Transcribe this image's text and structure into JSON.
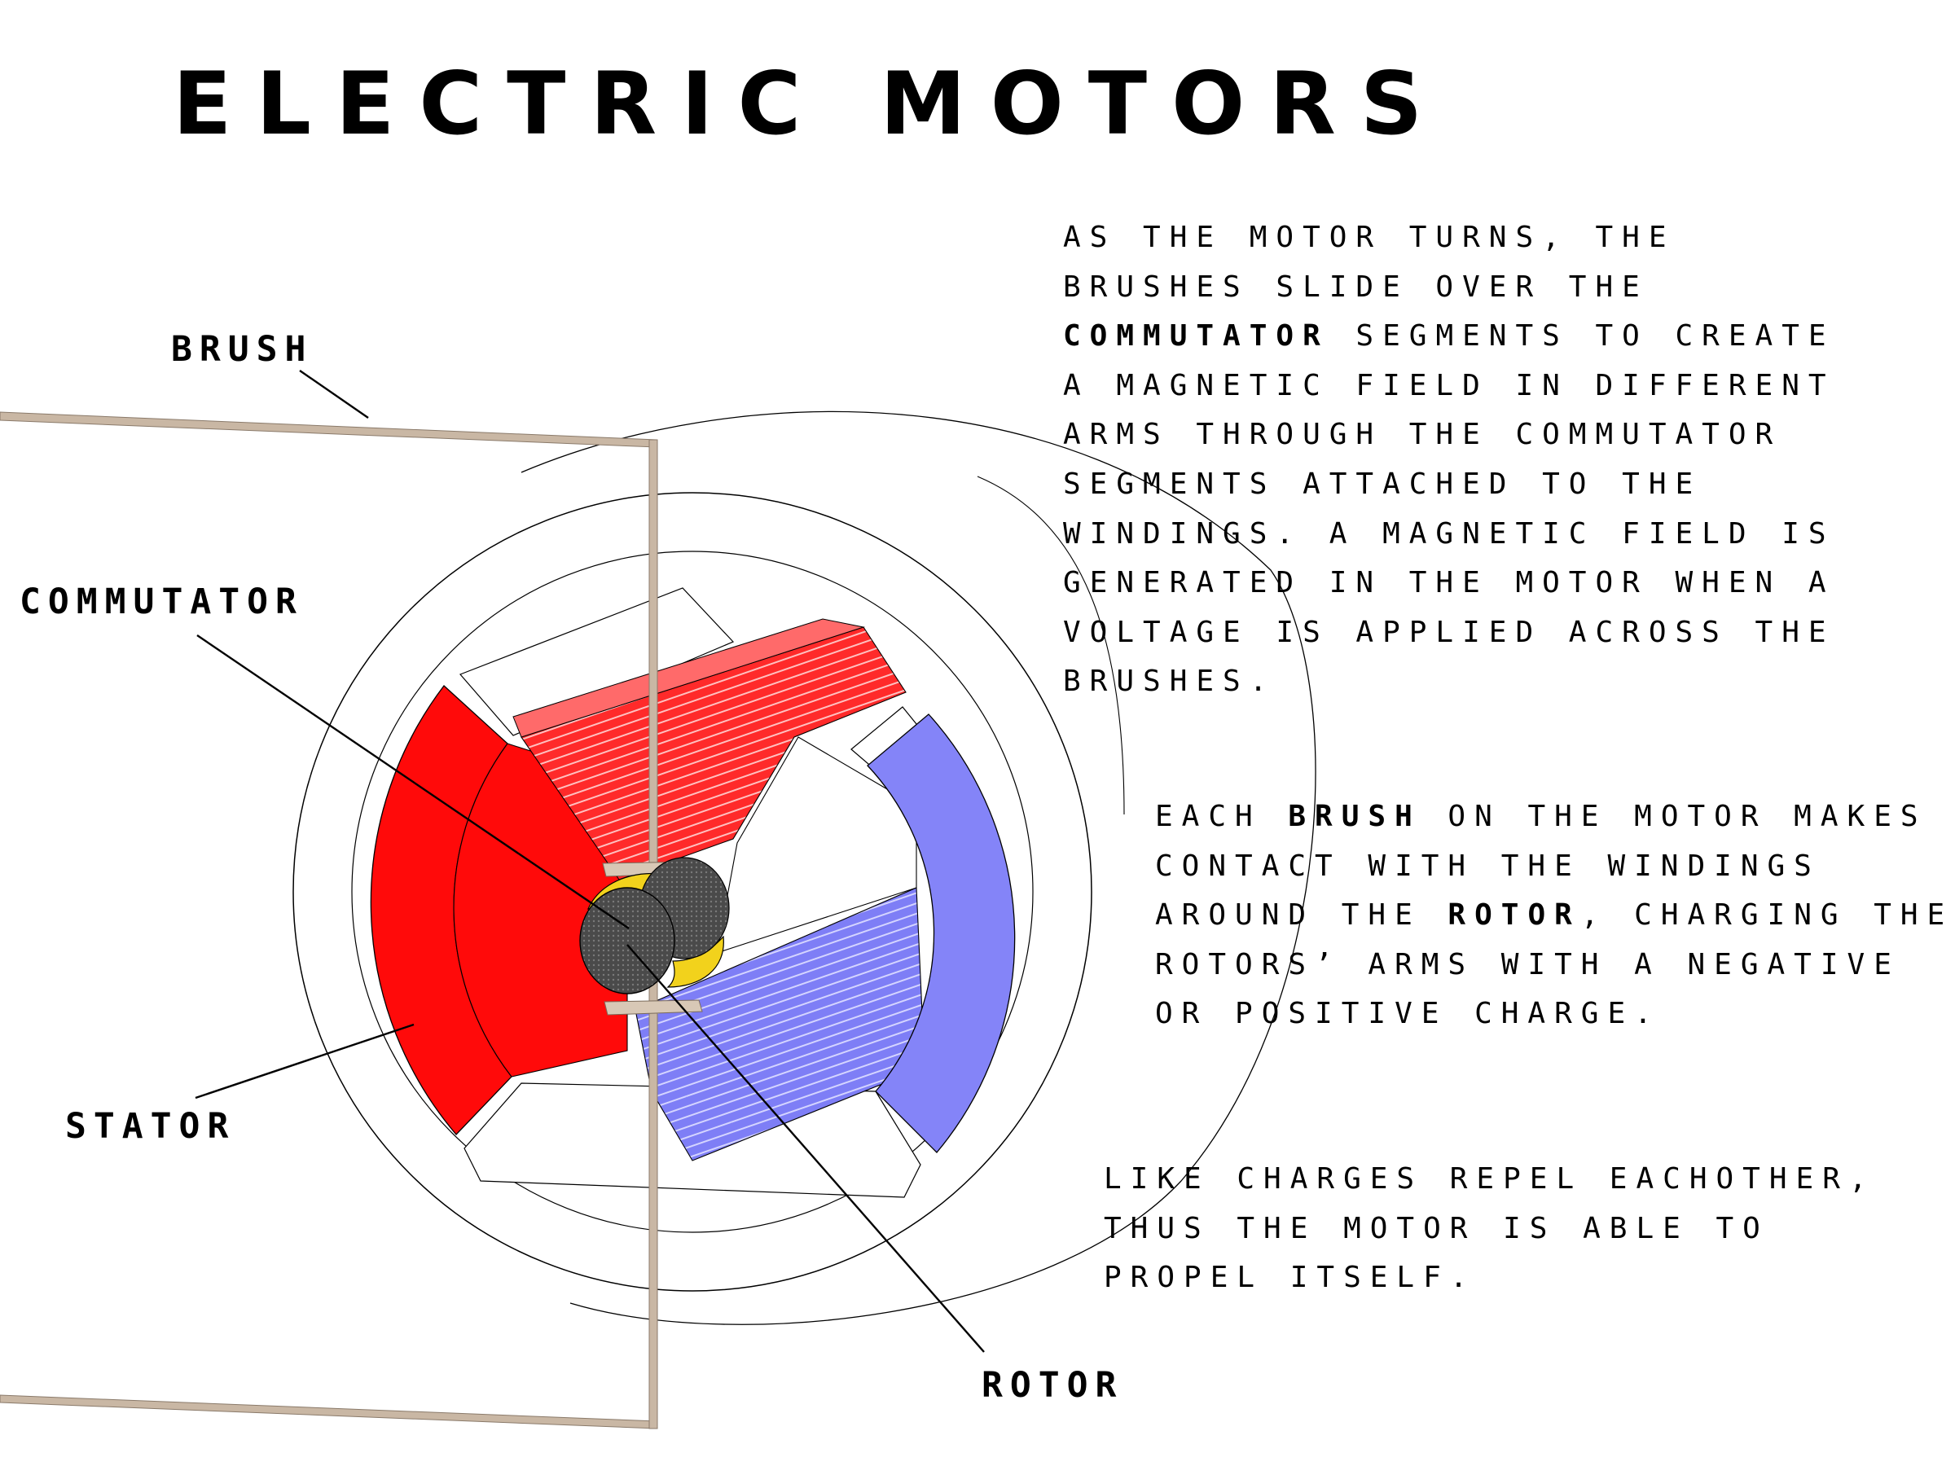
{
  "title": "ELECTRIC MOTORS",
  "labels": {
    "brush": "BRUSH",
    "commutator": "COMMUTATOR",
    "stator": "STATOR",
    "rotor": "ROTOR"
  },
  "paragraphs": [
    {
      "lines": [
        [
          {
            "t": "AS THE MOTOR TURNS, THE"
          }
        ],
        [
          {
            "t": "BRUSHES SLIDE OVER THE"
          }
        ],
        [
          {
            "t": "COMMUTATOR",
            "b": true
          },
          {
            "t": " SEGMENTS TO CREATE"
          }
        ],
        [
          {
            "t": "A MAGNETIC FIELD IN DIFFERENT"
          }
        ],
        [
          {
            "t": "ARMS THROUGH THE COMMUTATOR"
          }
        ],
        [
          {
            "t": "SEGMENTS ATTACHED TO THE"
          }
        ],
        [
          {
            "t": "WINDINGS. A MAGNETIC FIELD IS"
          }
        ],
        [
          {
            "t": "GENERATED IN THE MOTOR WHEN A"
          }
        ],
        [
          {
            "t": "VOLTAGE IS APPLIED ACROSS THE"
          }
        ],
        [
          {
            "t": "BRUSHES."
          }
        ]
      ]
    },
    {
      "lines": [
        [
          {
            "t": "EACH "
          },
          {
            "t": "BRUSH",
            "b": true
          },
          {
            "t": " ON THE MOTOR MAKES"
          }
        ],
        [
          {
            "t": "CONTACT WITH THE WINDINGS"
          }
        ],
        [
          {
            "t": "AROUND THE "
          },
          {
            "t": "ROTOR",
            "b": true
          },
          {
            "t": ", CHARGING THE"
          }
        ],
        [
          {
            "t": "ROTORS’ ARMS WITH A NEGATIVE"
          }
        ],
        [
          {
            "t": "OR POSITIVE CHARGE."
          }
        ]
      ]
    },
    {
      "lines": [
        [
          {
            "t": "LIKE CHARGES REPEL EACHOTHER,"
          }
        ],
        [
          {
            "t": "THUS THE MOTOR IS ABLE TO"
          }
        ],
        [
          {
            "t": "PROPEL ITSELF."
          }
        ]
      ]
    }
  ],
  "colors": {
    "north_pole": "#ff0a0a",
    "south_pole": "#8484f8",
    "commutator_segment": "#f2d21c",
    "rotor_core": "#555555",
    "brush_frame": "#c0ad9a",
    "outline": "#000000"
  }
}
